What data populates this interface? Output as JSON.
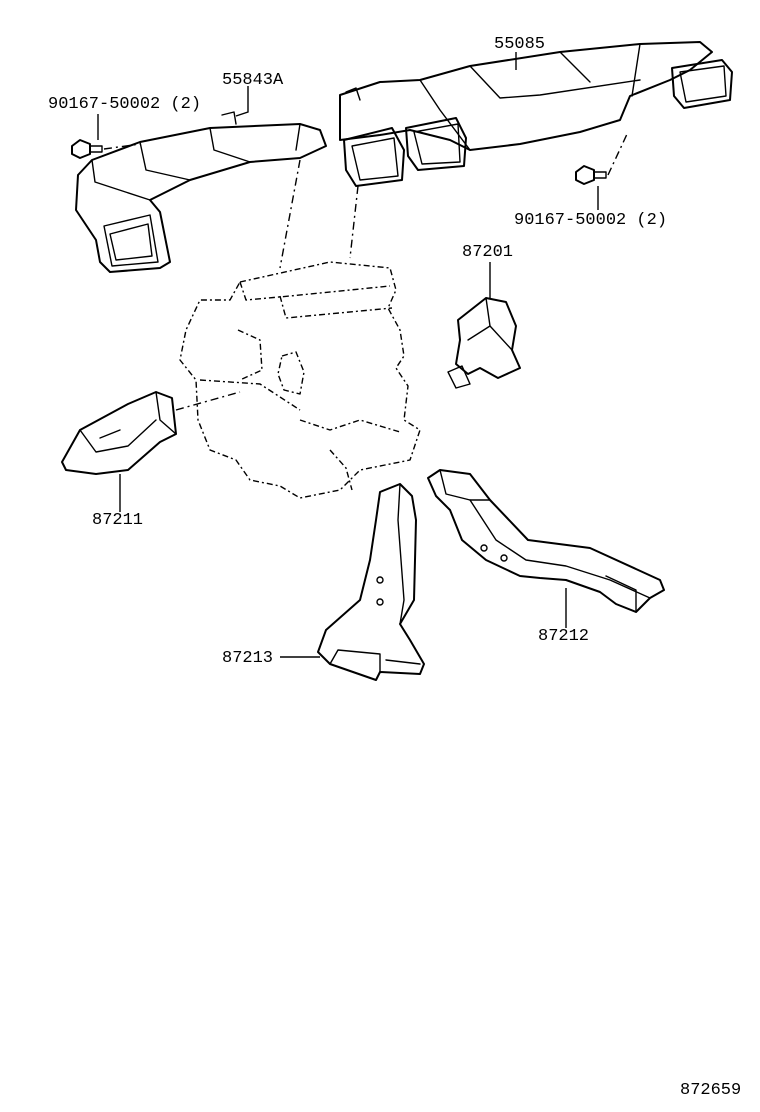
{
  "diagram": {
    "labels": {
      "bolt_left": "90167-50002 (2)",
      "duct_left_upper": "55843A",
      "duct_right_upper": "55085",
      "bolt_right": "90167-50002 (2)",
      "duct_rear_small": "87201",
      "duct_left_lower": "87211",
      "duct_right_lower": "87212",
      "duct_center_lower": "87213",
      "figure_number": "872659"
    }
  }
}
